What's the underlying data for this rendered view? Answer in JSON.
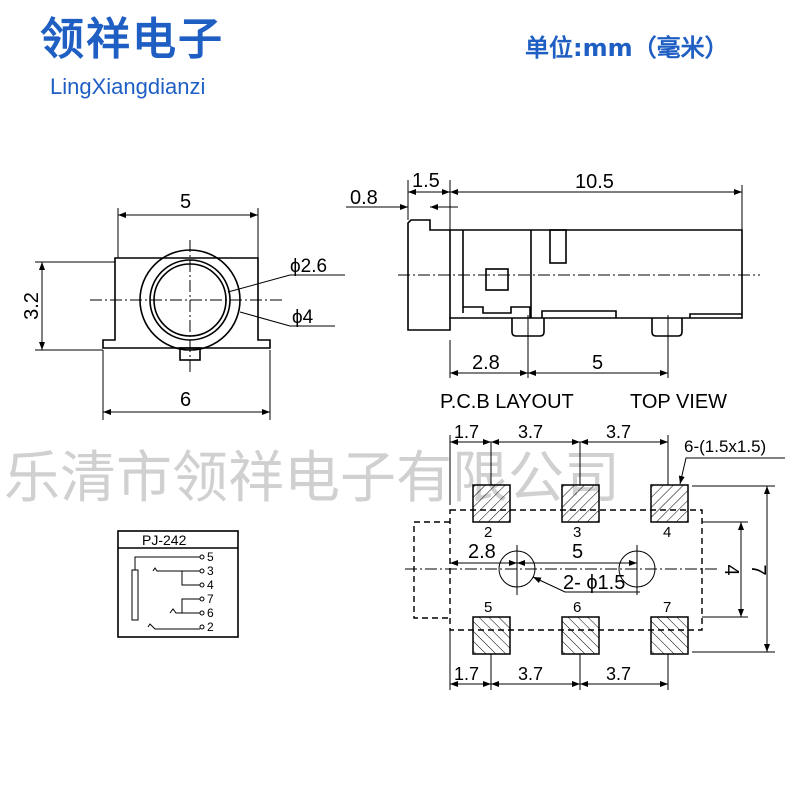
{
  "header": {
    "brand_cn": "领祥电子",
    "brand_en": "LingXiangdianzi",
    "unit": "单位:mm（毫米）"
  },
  "watermark": "乐清市领祥电子有限公司",
  "front_view": {
    "width": "5",
    "base_width": "6",
    "height": "3.2",
    "inner_dia": "ϕ2.6",
    "outer_dia": "ϕ4"
  },
  "side_view": {
    "flange": "0.8",
    "lip": "1.5",
    "length": "10.5",
    "pin_offset": "2.8",
    "pin_pitch": "5"
  },
  "labels": {
    "pcb_layout": "P.C.B LAYOUT",
    "top_view": "TOP VIEW"
  },
  "schematic": {
    "model": "PJ-242",
    "pins": [
      "5",
      "3",
      "4",
      "7",
      "6",
      "2"
    ]
  },
  "pcb": {
    "top_dims": [
      "1.7",
      "3.7",
      "3.7"
    ],
    "bottom_dims": [
      "1.7",
      "3.7",
      "3.7"
    ],
    "pad_note": "6-(1.5x1.5)",
    "pads_top": [
      "2",
      "3",
      "4"
    ],
    "pads_bottom": [
      "5",
      "6",
      "7"
    ],
    "hole_offset": "2.8",
    "hole_pitch": "5",
    "hole_note": "2- ϕ1.5",
    "inner_height": "4",
    "outer_height": "7"
  },
  "colors": {
    "brand": "#1f5fc4"
  }
}
